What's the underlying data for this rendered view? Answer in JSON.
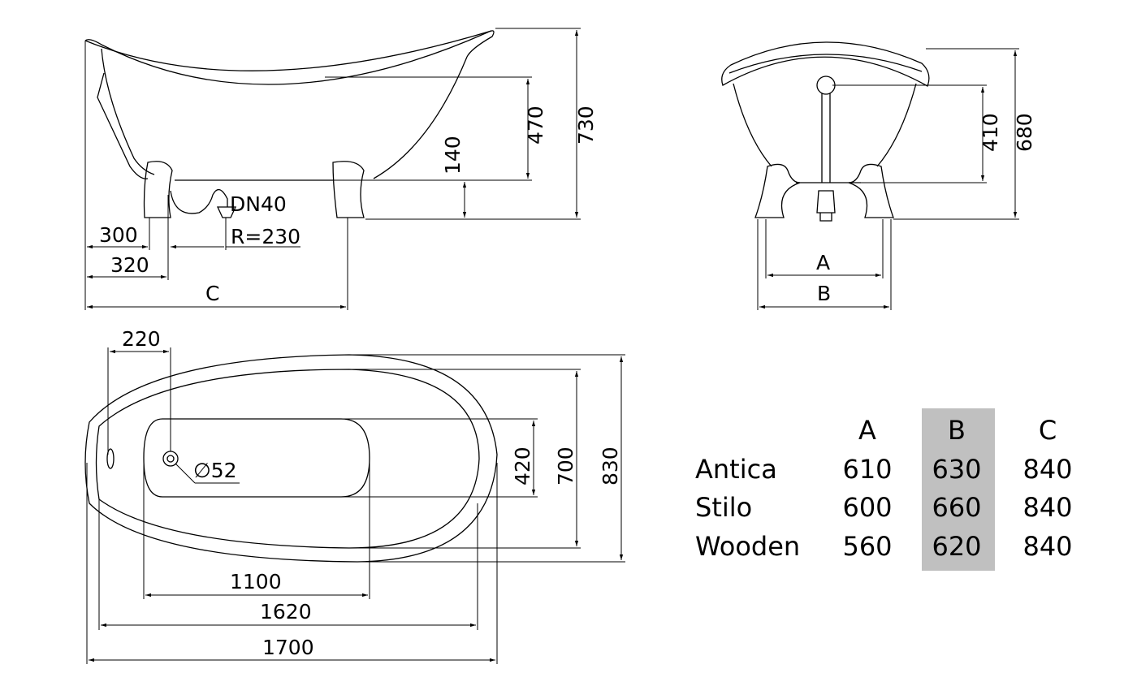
{
  "side_view": {
    "dims": {
      "d300": "300",
      "d320": "320",
      "c": "C",
      "dn": "DN40",
      "r": "R=230",
      "d140": "140",
      "d470": "470",
      "d730": "730"
    }
  },
  "end_view": {
    "dims": {
      "a": "A",
      "b": "B",
      "d410": "410",
      "d680": "680"
    }
  },
  "top_view": {
    "dims": {
      "d220": "220",
      "dia": "∅52",
      "d420": "420",
      "d700": "700",
      "d830": "830",
      "d1100": "1100",
      "d1620": "1620",
      "d1700": "1700"
    }
  },
  "table": {
    "headers": [
      "A",
      "B",
      "C"
    ],
    "highlight_color": "#c0c0c0",
    "rows": [
      {
        "name": "Antica",
        "a": "610",
        "b": "630",
        "c": "840"
      },
      {
        "name": "Stilo",
        "a": "600",
        "b": "660",
        "c": "840"
      },
      {
        "name": "Wooden",
        "a": "560",
        "b": "620",
        "c": "840"
      }
    ]
  }
}
